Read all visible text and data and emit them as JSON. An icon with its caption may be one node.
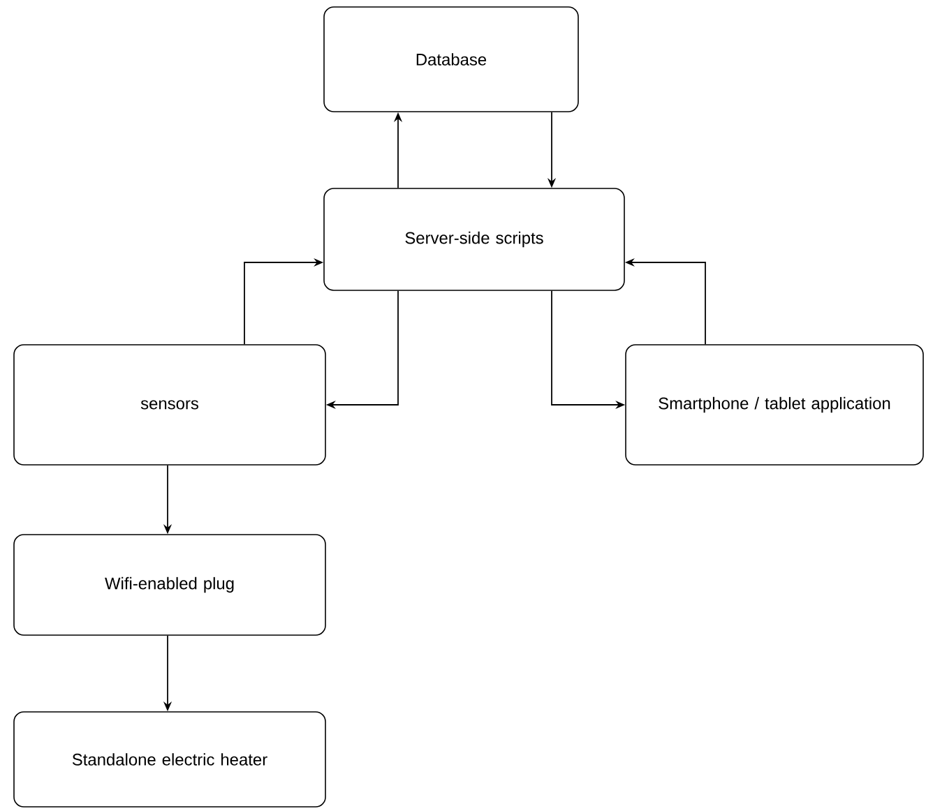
{
  "diagram": {
    "nodes": [
      {
        "text": [
          "Database"
        ]
      },
      {
        "text": [
          "Server-side scripts"
        ]
      },
      {
        "text": [
          "sensors"
        ]
      },
      {
        "text": [
          "Smartphone / tablet application"
        ]
      },
      {
        "text": [
          "Wifi-enabled plug"
        ]
      },
      {
        "text": [
          "Standalone electric heater"
        ]
      }
    ],
    "edges": [
      {
        "from": 1,
        "to": 0,
        "arrow": "to"
      },
      {
        "from": 0,
        "to": 1,
        "arrow": "to"
      },
      {
        "from": 2,
        "to": 1,
        "arrow": "to"
      },
      {
        "from": 1,
        "to": 2,
        "arrow": "to"
      },
      {
        "from": 3,
        "to": 1,
        "arrow": "to"
      },
      {
        "from": 1,
        "to": 3,
        "arrow": "to"
      },
      {
        "from": 2,
        "to": 4,
        "arrow": "to"
      },
      {
        "from": 4,
        "to": 5,
        "arrow": "to"
      }
    ]
  }
}
